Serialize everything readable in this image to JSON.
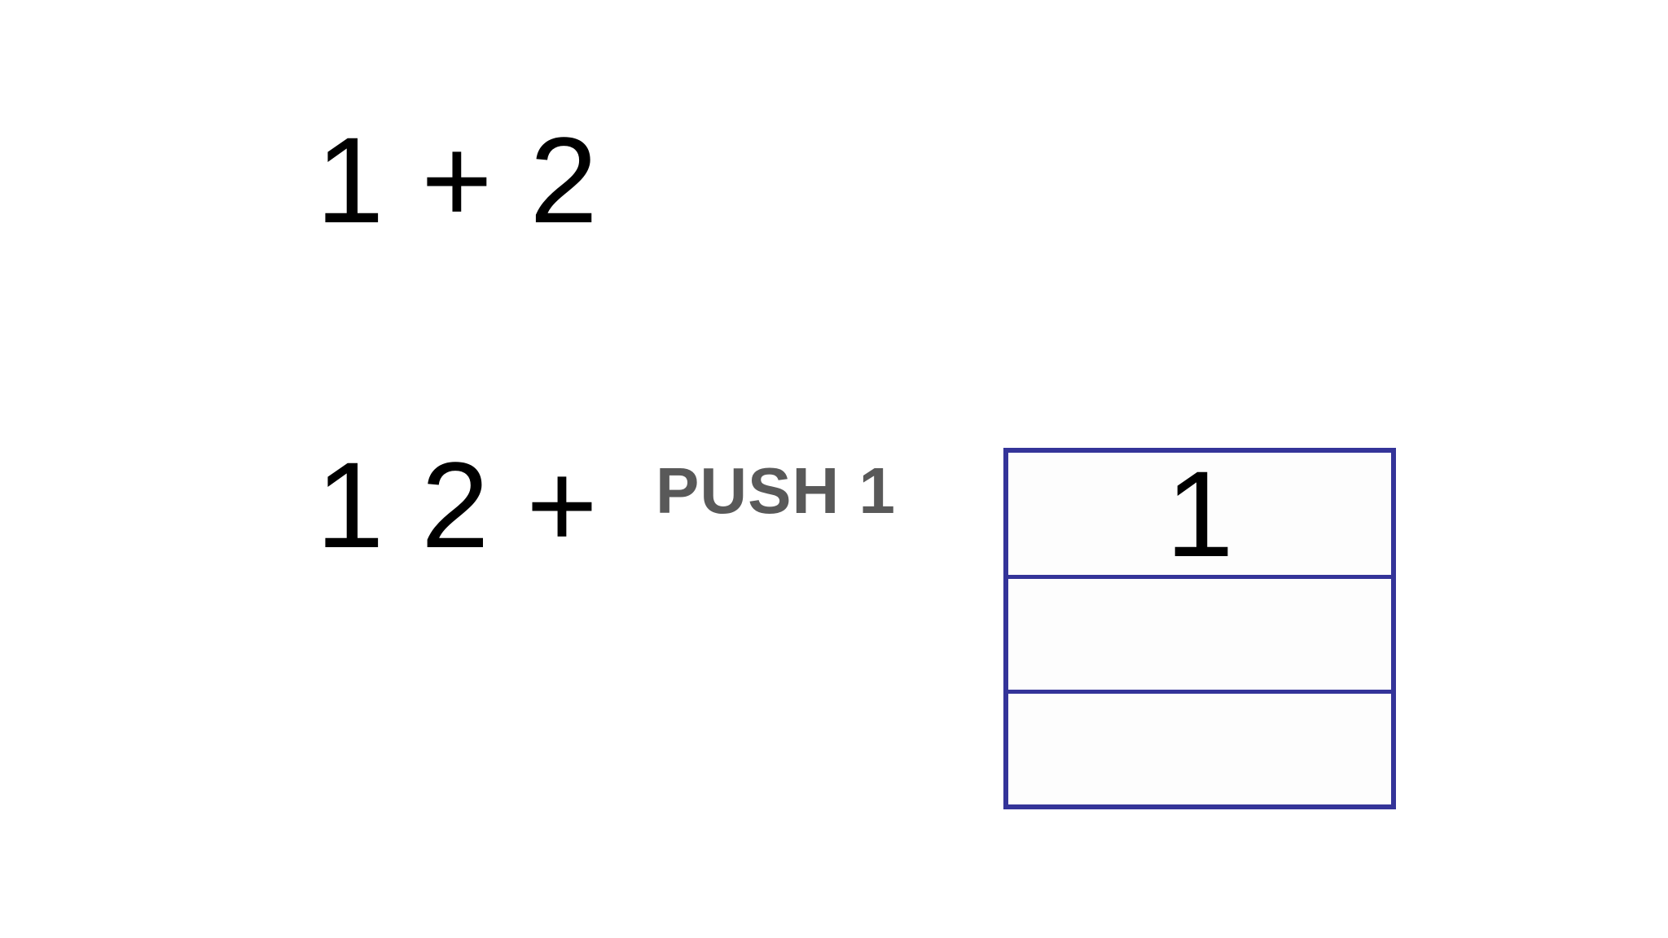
{
  "canvas": {
    "background": "#ffffff"
  },
  "text_color": "#000000",
  "expressions": {
    "infix": "1 + 2",
    "postfix": "1 2 +"
  },
  "operation": {
    "label": "PUSH 1",
    "color": "#595959"
  },
  "stack": {
    "border_color": "#343499",
    "cell_background": "#fdfdfd",
    "cells": [
      {
        "value": "1"
      },
      {
        "value": ""
      },
      {
        "value": ""
      }
    ]
  }
}
